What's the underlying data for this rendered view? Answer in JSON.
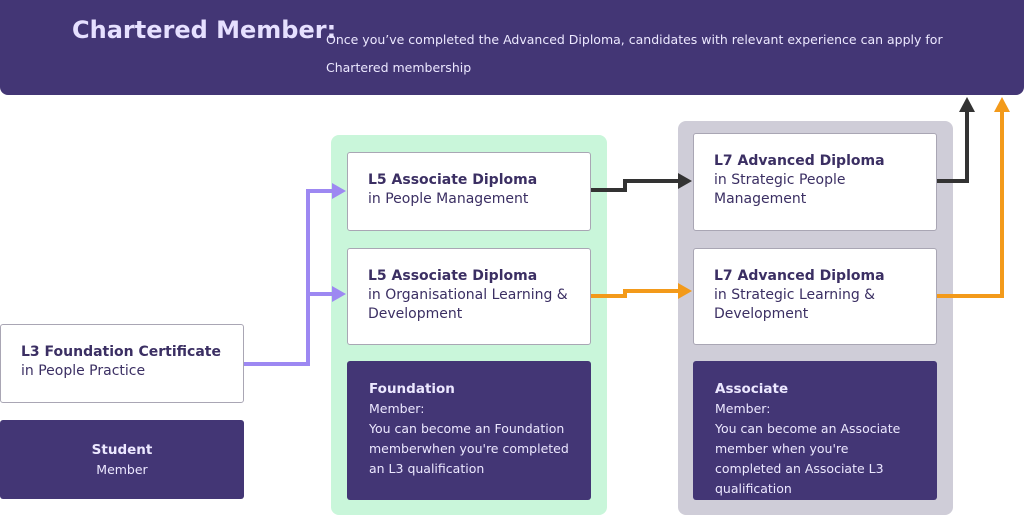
{
  "header": {
    "title": "Chartered Member:",
    "description": "Once you’ve completed the Advanced Diploma, candidates with relevant experience can apply for Chartered membership"
  },
  "l3": {
    "title": "L3 Foundation Certificate",
    "subtitle": "in People Practice"
  },
  "student": {
    "line1": "Student",
    "line2": "Member"
  },
  "l5_pm": {
    "title": "L5 Associate Diploma",
    "subtitle": "in People Management"
  },
  "l5_old": {
    "title": "L5 Associate Diploma",
    "subtitle": "in Organisational Learning & Development"
  },
  "foundation": {
    "title": "Foundation",
    "label": "Member:",
    "text": "You can become an Foundation memberwhen you're completed an L3 qualification"
  },
  "l7_spm": {
    "title": "L7 Advanced Diploma",
    "subtitle": "in Strategic People Management"
  },
  "l7_sld": {
    "title": "L7 Advanced Diploma",
    "subtitle": "in Strategic Learning & Development"
  },
  "associate": {
    "title": "Associate",
    "label": "Member:",
    "text": "You can become an Associate member when you're completed an Associate L3 qualification"
  },
  "colors": {
    "primary": "#433675",
    "foundation_panel": "#c9f6da",
    "associate_panel": "#cfcdd8",
    "arrow_purple": "#9d88f2",
    "arrow_dark": "#333333",
    "arrow_orange": "#f39a1a"
  }
}
